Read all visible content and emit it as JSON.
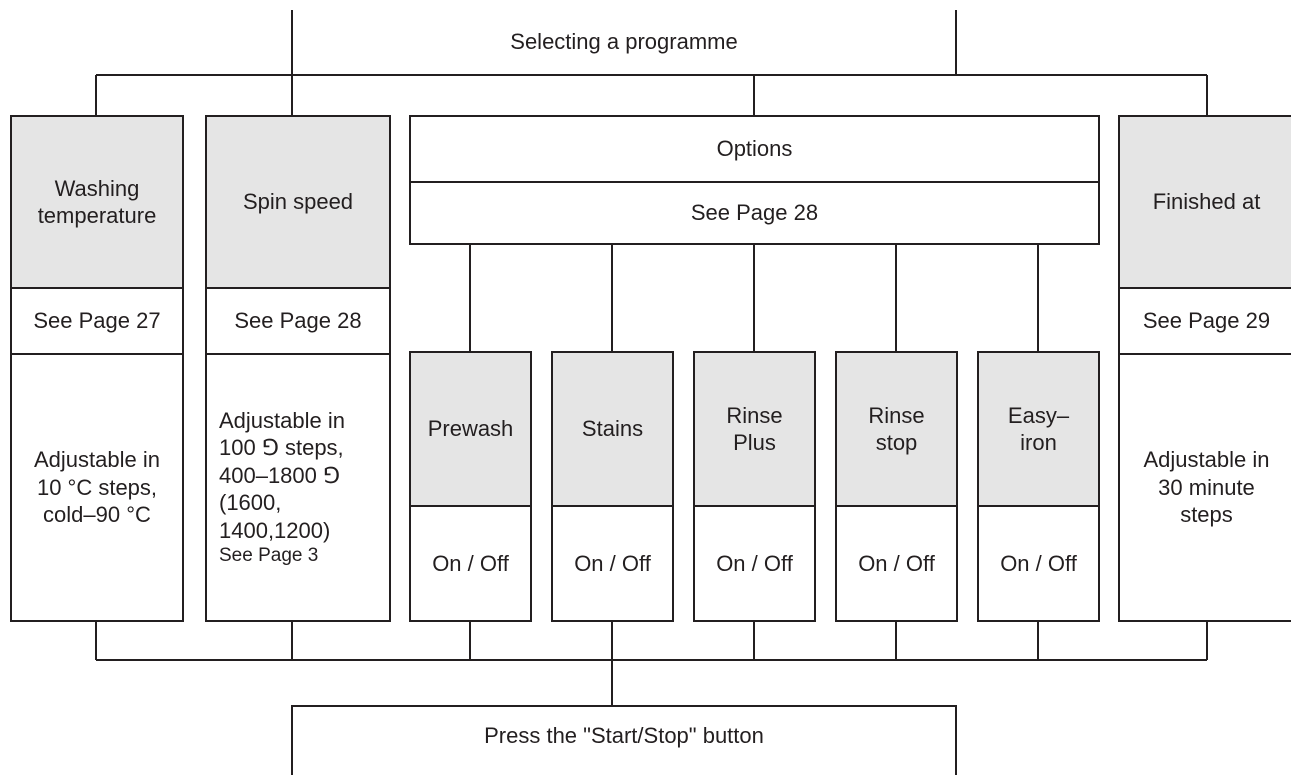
{
  "top": {
    "title": "Selecting a programme"
  },
  "bottom": {
    "title": "Press the \"Start/Stop\" button"
  },
  "temperature": {
    "title_lines": [
      "Washing",
      "temperature"
    ],
    "page_ref": "See Page 27",
    "details_lines": [
      "Adjustable in",
      "10 °C  steps,",
      "cold–90 °C"
    ]
  },
  "spin": {
    "title": "Spin speed",
    "page_ref": "See Page 28",
    "details_lines": [
      "Adjustable in",
      "100 ⅁ steps,",
      "400–1800  ⅁",
      "(1600,",
      "1400,1200)"
    ],
    "details_ref": "See Page 3"
  },
  "options": {
    "title": "Options",
    "page_ref": "See Page 28",
    "items": [
      {
        "title_lines": [
          "Prewash"
        ],
        "state": "On / Off"
      },
      {
        "title_lines": [
          "Stains"
        ],
        "state": "On / Off"
      },
      {
        "title_lines": [
          "Rinse",
          "Plus"
        ],
        "state": "On / Off"
      },
      {
        "title_lines": [
          "Rinse",
          "stop"
        ],
        "state": "On / Off"
      },
      {
        "title_lines": [
          "Easy–",
          "iron"
        ],
        "state": "On / Off"
      }
    ]
  },
  "finished": {
    "title": "Finished at",
    "page_ref": "See Page 29",
    "details_lines": [
      "Adjustable in",
      "30 minute",
      "steps"
    ]
  }
}
